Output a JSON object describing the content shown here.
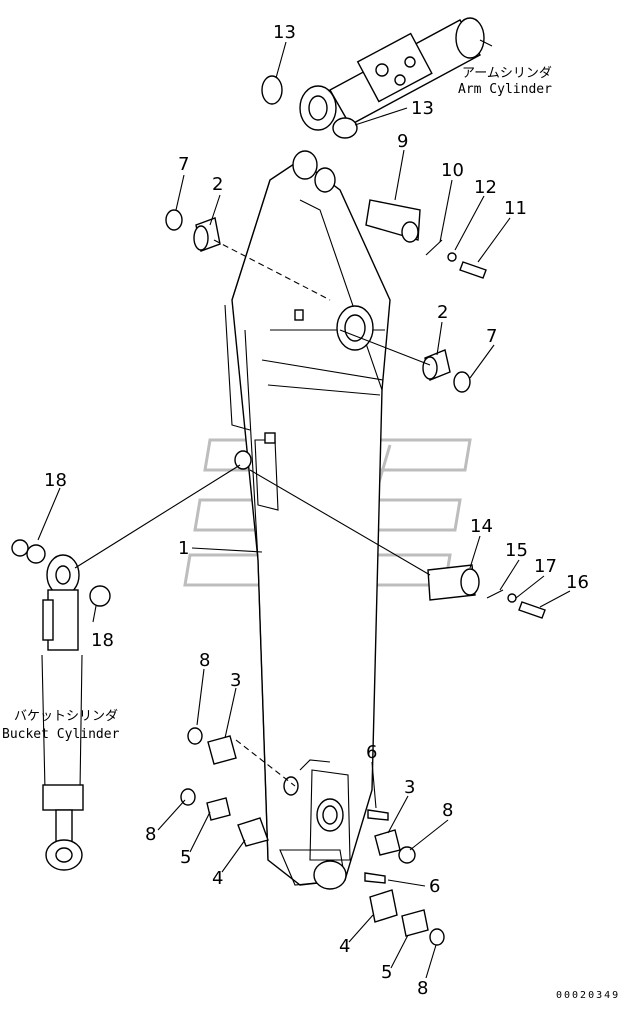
{
  "captions": {
    "arm_cylinder_jp": "アームシリンダ",
    "arm_cylinder_en": "Arm Cylinder",
    "bucket_cylinder_jp": "バケットシリンダ",
    "bucket_cylinder_en": "Bucket Cylinder"
  },
  "drawing_code": "00020349",
  "callouts": {
    "c1": "1",
    "c2a": "2",
    "c2b": "2",
    "c3a": "3",
    "c3b": "3",
    "c4a": "4",
    "c4b": "4",
    "c5a": "5",
    "c5b": "5",
    "c6a": "6",
    "c6b": "6",
    "c7a": "7",
    "c7b": "7",
    "c8a": "8",
    "c8b": "8",
    "c8c": "8",
    "c8d": "8",
    "c9": "9",
    "c10": "10",
    "c11": "11",
    "c12": "12",
    "c13a": "13",
    "c13b": "13",
    "c14": "14",
    "c15": "15",
    "c16": "16",
    "c17": "17",
    "c18a": "18",
    "c18b": "18"
  }
}
